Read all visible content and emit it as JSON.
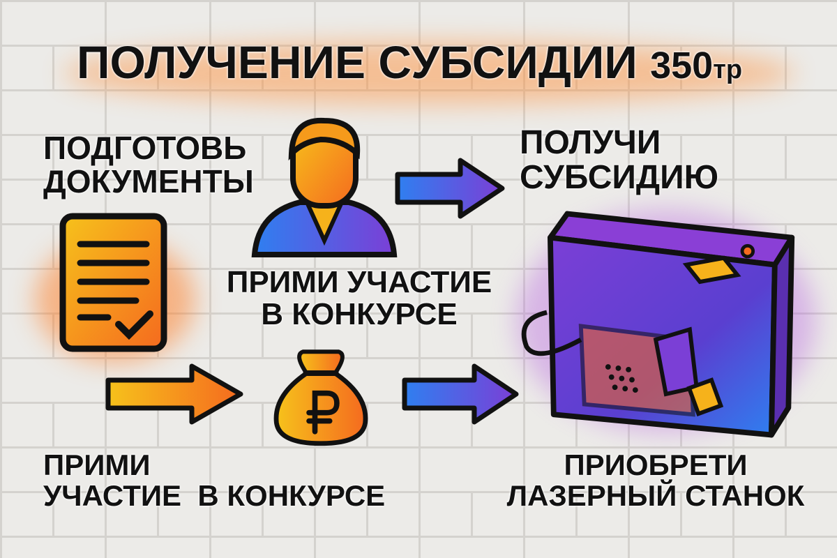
{
  "title": {
    "main": "ПОЛУЧЕНИЕ СУБСИДИИ",
    "amount": "350",
    "unit": "тр"
  },
  "steps": [
    {
      "label_line1": "ПОДГОТОВЬ",
      "label_line2": "ДОКУМЕНТЫ",
      "icon": "document-checkmark-icon"
    },
    {
      "label_line1": "ПРИМИ УЧАСТИЕ",
      "label_line2": "В КОНКУРСЕ",
      "icon": "businessman-icon"
    },
    {
      "label_line1": "ПОЛУЧИ",
      "label_line2": "СУБСИДИЮ",
      "icon": "arrow-right-icon"
    },
    {
      "label_line1": "ПРИМИ",
      "label_line2": "УЧАСТИЕ  В КОНКУРСЕ",
      "icon": "money-bag-ruble-icon"
    },
    {
      "label_line1": "ПРИОБРЕТИ",
      "label_line2": "ЛАЗЕРНЫЙ СТАНОК",
      "icon": "laser-machine-icon"
    }
  ],
  "colors": {
    "orange": "#f56a1f",
    "yellow": "#f6b21b",
    "blue": "#2f7ff0",
    "purple": "#7b3fd6",
    "outline": "#111111"
  }
}
